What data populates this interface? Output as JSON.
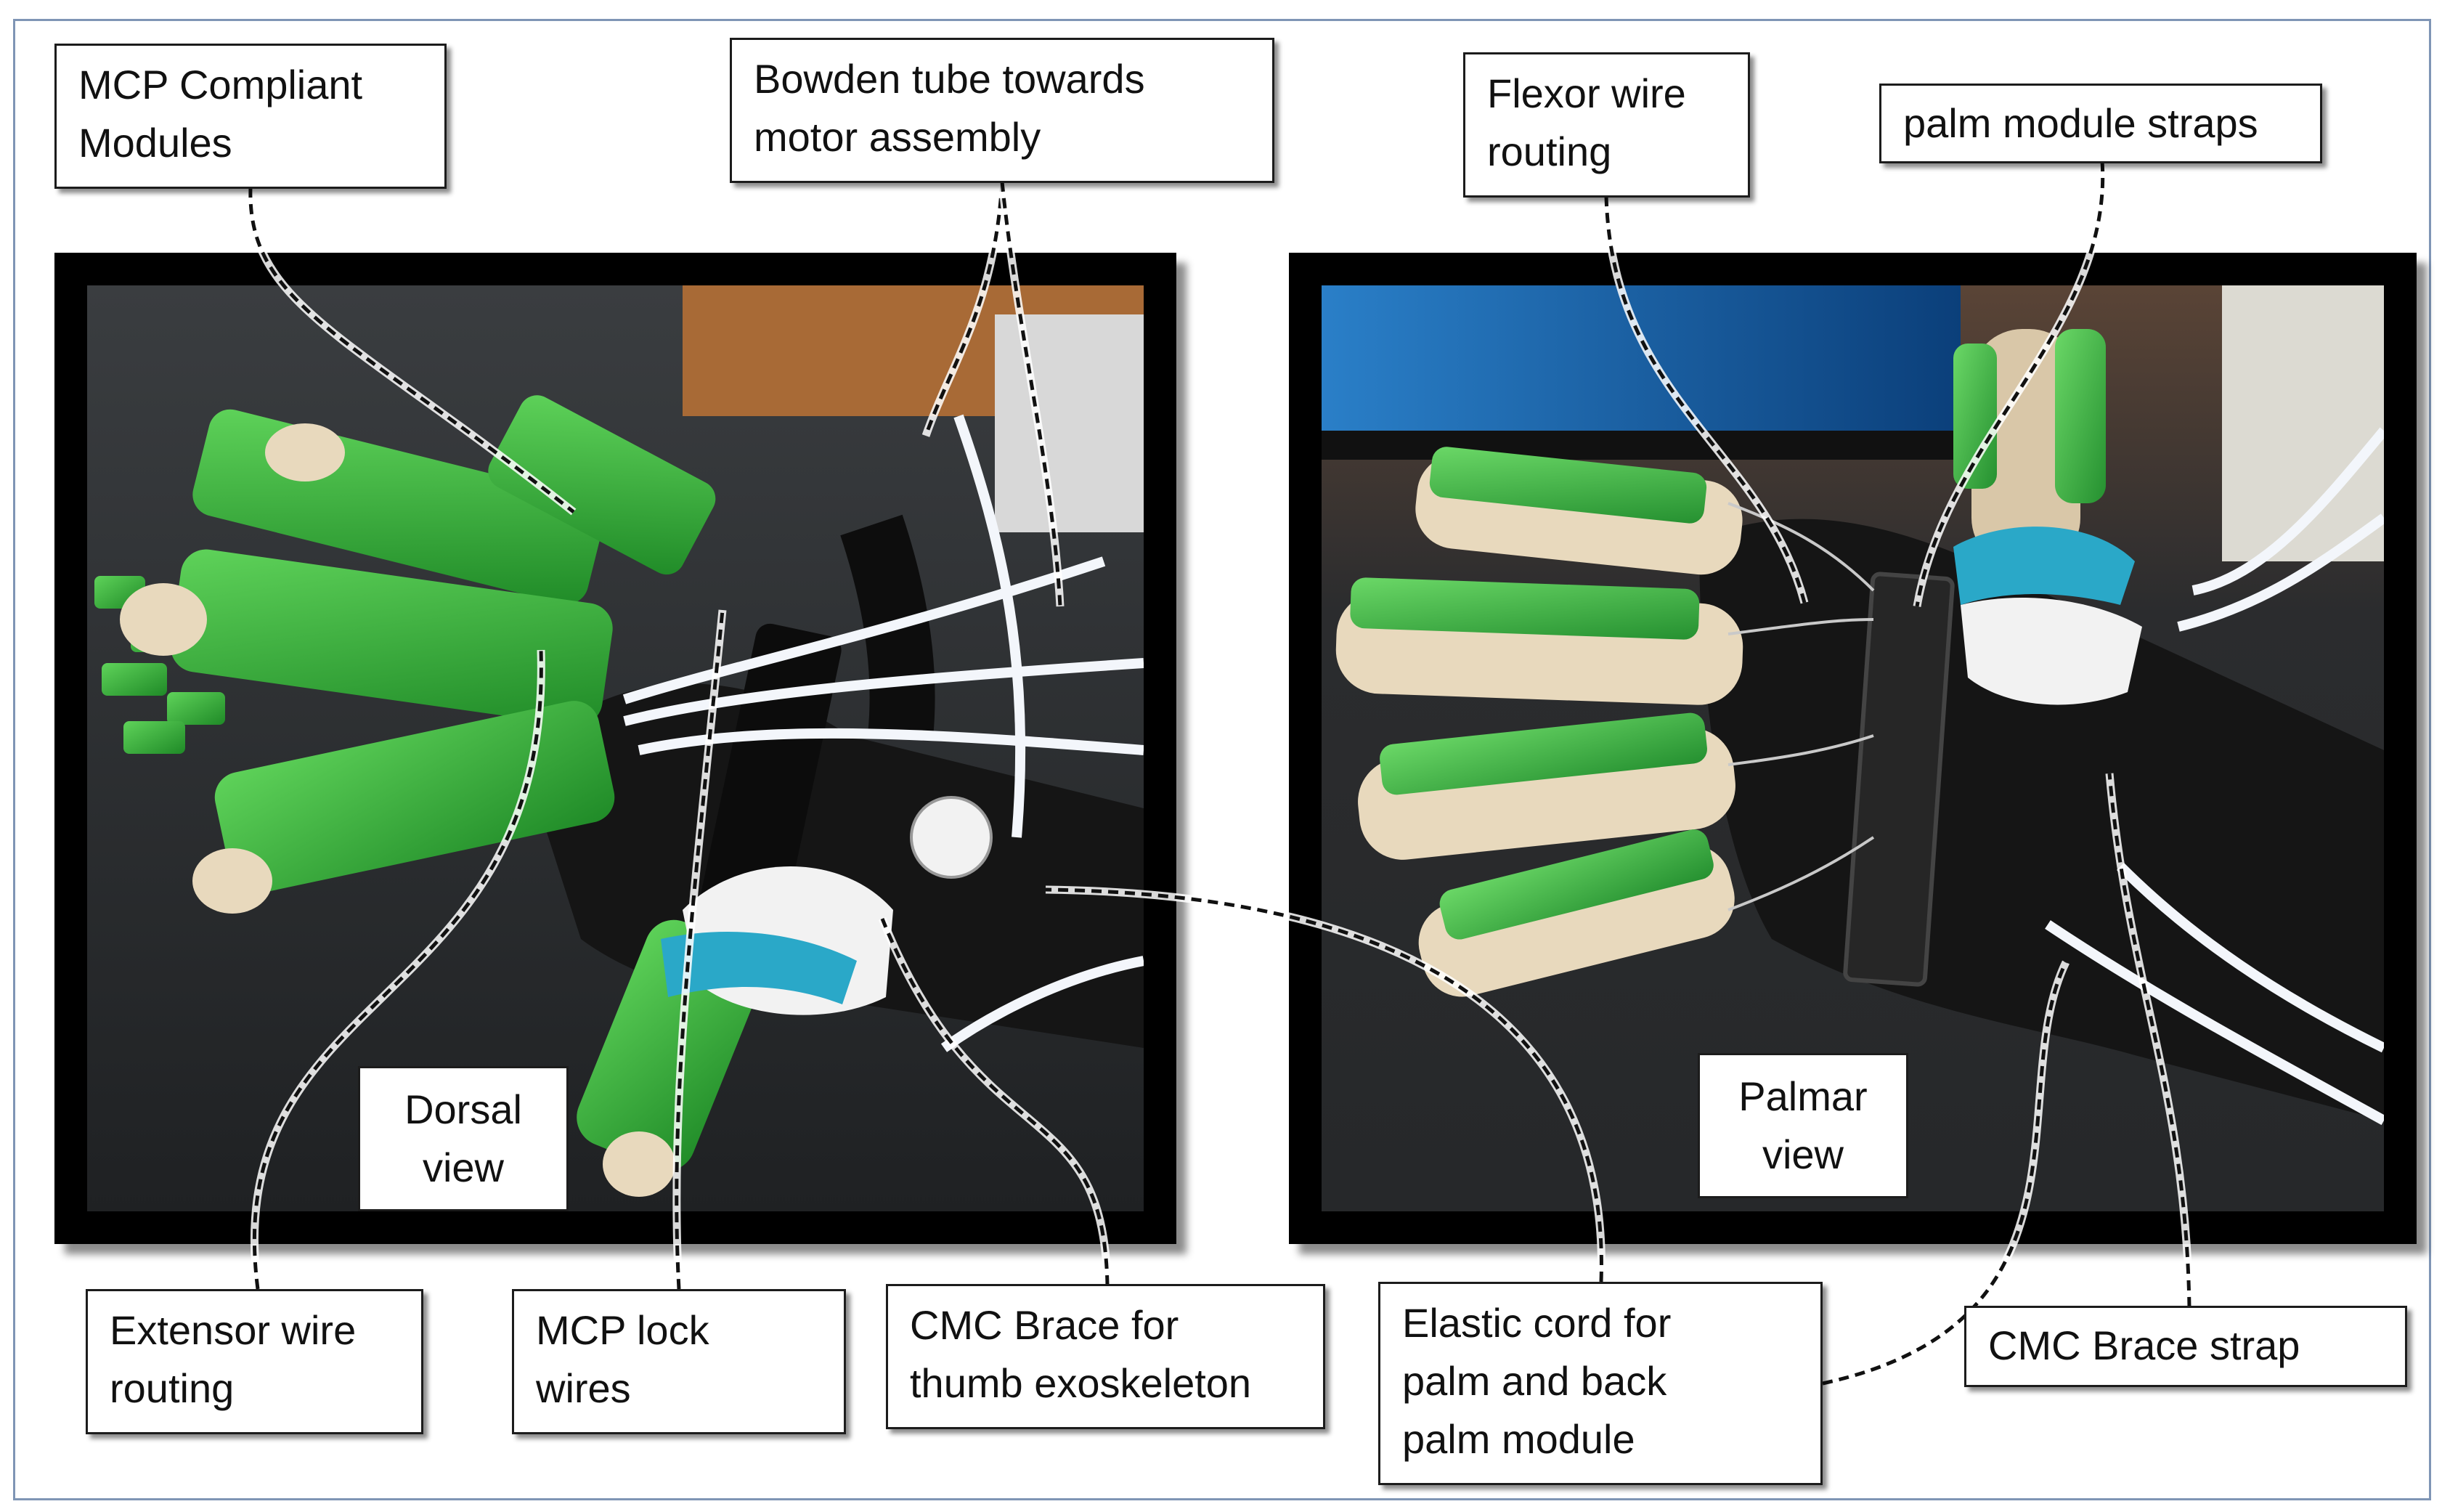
{
  "labels": {
    "mcp_compliant_modules": "MCP Compliant\nModules",
    "bowden_tube": "Bowden tube towards\nmotor assembly",
    "flexor_wire_routing": "Flexor wire\nrouting",
    "palm_module_straps": "palm module straps",
    "extensor_wire_routing": "Extensor wire\nrouting",
    "mcp_lock_wires": "MCP lock\nwires",
    "cmc_brace_thumb": "CMC Brace for\nthumb exoskeleton",
    "elastic_cord": "Elastic cord for\npalm and back\npalm module",
    "cmc_brace_strap": "CMC Brace strap"
  },
  "views": {
    "dorsal": "Dorsal\nview",
    "palmar": "Palmar\nview"
  },
  "colors": {
    "module_green": "#3cb53a",
    "module_green_dark": "#1f7a25",
    "glove_black": "#151515",
    "finger_skin": "#e8d9bd",
    "brace_white": "#f2f2f2",
    "brace_cyan": "#2aa8c8",
    "table_wood": "#b8743c",
    "frame_border": "#7f95b5"
  }
}
